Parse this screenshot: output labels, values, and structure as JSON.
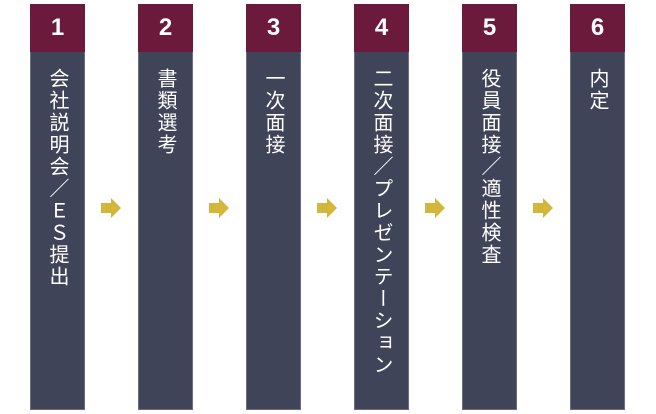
{
  "colors": {
    "header": "#6b1a3c",
    "body": "#404459",
    "arrow": "#d4b63a"
  },
  "steps": [
    {
      "number": "1",
      "label": "会社説明会／ＥＳ提出"
    },
    {
      "number": "2",
      "label": "書類選考"
    },
    {
      "number": "3",
      "label": "一次面接"
    },
    {
      "number": "4",
      "label": "二次面接／プレゼンテーション"
    },
    {
      "number": "5",
      "label": "役員面接／適性検査"
    },
    {
      "number": "6",
      "label": "内定"
    }
  ]
}
